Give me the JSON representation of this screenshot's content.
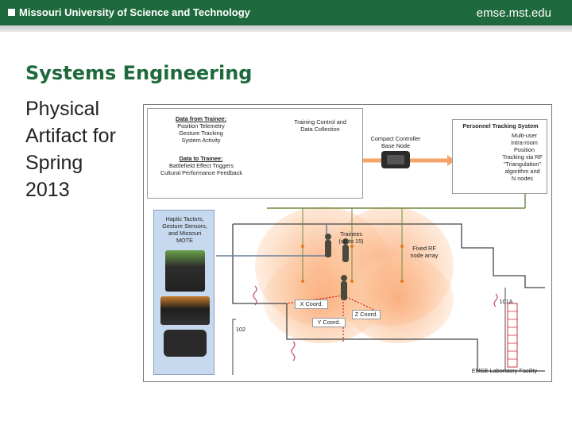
{
  "header": {
    "university": "Missouri University of Science and Technology",
    "url": "emse.mst.edu",
    "color": "#1f6a3c"
  },
  "slide": {
    "title": "Systems Engineering",
    "body_lines": [
      "Physical",
      "Artifact for",
      "Spring",
      "2013"
    ]
  },
  "diagram": {
    "trainee_box": {
      "heading1": "Data from Trainee:",
      "lines1": [
        "Position Telemetry",
        "Gesture Tracking",
        "System Activity"
      ],
      "heading2": "Data to Trainee:",
      "lines2": [
        "Battlefield Effect Triggers",
        "Cultural Performance Feedback"
      ],
      "control_title": [
        "Training Control and",
        "Data Collection"
      ]
    },
    "compact_controller": [
      "Compact Controller",
      "Base Node"
    ],
    "personnel_box": {
      "title": "Personnel Tracking System",
      "desc": [
        "Multi-user",
        "Intra-room",
        "Position",
        "Tracking via RF",
        "\"Triangulation\"",
        "algorithm and",
        "N nodes"
      ]
    },
    "haptic": [
      "Haptic Tactors,",
      "Gesture Sensors,",
      "and Missouri",
      "MOTE"
    ],
    "floor": {
      "trainees": [
        "Trainees",
        "(up to 15)"
      ],
      "fixed": [
        "Fixed RF",
        "node array"
      ],
      "x_coord": "X Coord.",
      "y_coord": "Y Coord.",
      "z_coord": "Z Coord.",
      "room_102": "102",
      "room_101a": "101A",
      "facility": "EMSE Laboratory Facility"
    }
  }
}
